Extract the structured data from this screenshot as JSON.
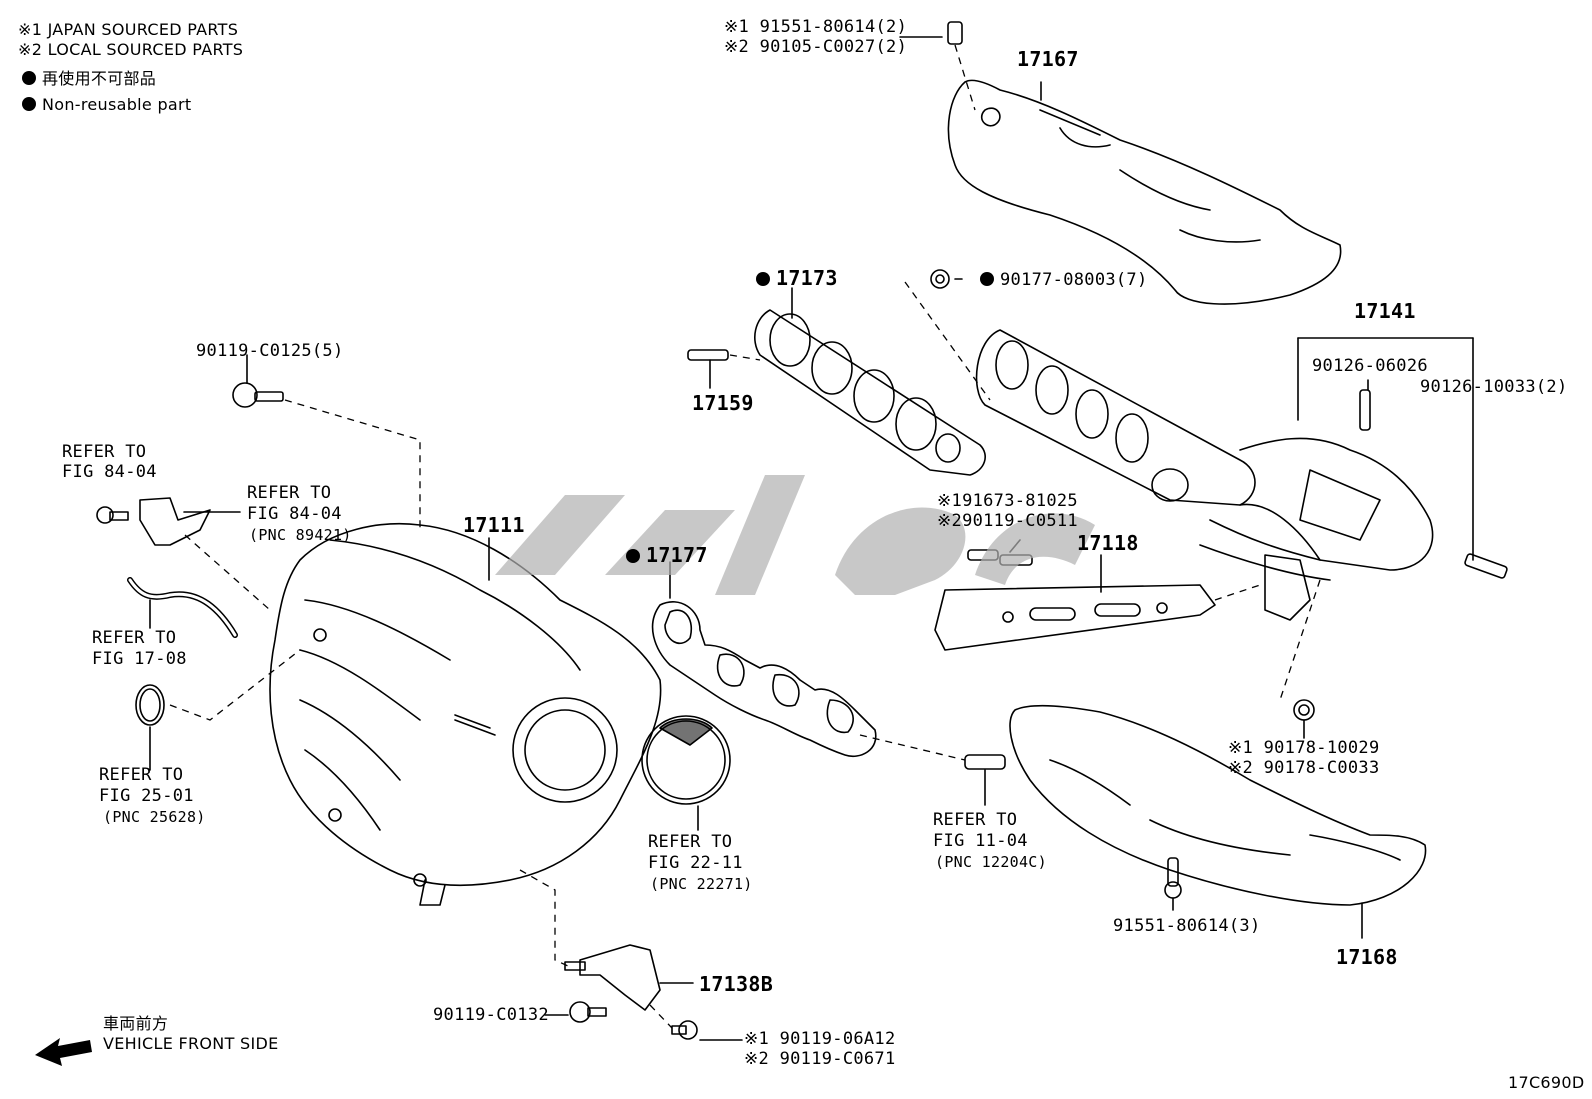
{
  "legend": {
    "japan_parts": "※1 JAPAN SOURCED PARTS",
    "local_parts": "※2 LOCAL SOURCED PARTS",
    "non_reusable_jp": "再使用不可部品",
    "non_reusable_en": "Non-reusable part"
  },
  "labels": {
    "p17167": "17167",
    "bolt_top_1": "※1 91551-80614(2)",
    "bolt_top_2": "※2 90105-C0027(2)",
    "p17173": "17173",
    "nut_90177": "90177-08003(7)",
    "p17141": "17141",
    "stud_90126a": "90126-06026",
    "stud_90126b": "90126-10033(2)",
    "p17159": "17159",
    "bolt_90119_c0125": "90119-C0125(5)",
    "refer_84_a_1": "REFER TO",
    "refer_84_a_2": "FIG 84-04",
    "refer_84_b_1": "REFER TO",
    "refer_84_b_2": "FIG 84-04",
    "refer_84_b_3": "(PNC 89421)",
    "p17111": "17111",
    "refer_17_1": "REFER TO",
    "refer_17_2": "FIG 17-08",
    "refer_25_1": "REFER TO",
    "refer_25_2": "FIG 25-01",
    "refer_25_3": "(PNC 25628)",
    "p17177": "17177",
    "bolt_mid_1": "※191673-81025",
    "bolt_mid_2": "※290119-C0511",
    "p17118": "17118",
    "refer_22_1": "REFER TO",
    "refer_22_2": "FIG 22-11",
    "refer_22_3": "(PNC 22271)",
    "refer_11_1": "REFER TO",
    "refer_11_2": "FIG 11-04",
    "refer_11_3": "(PNC 12204C)",
    "nut_1": "※1 90178-10029",
    "nut_2": "※2 90178-C0033",
    "bolt_91551": "91551-80614(3)",
    "p17168": "17168",
    "p17138b": "17138B",
    "bolt_90119_c0132": "90119-C0132",
    "bolt_bot_1": "※1 90119-06A12",
    "bolt_bot_2": "※2 90119-C0671",
    "front_jp": "車両前方",
    "front_en": "VEHICLE FRONT SIDE",
    "figure_code": "17C690D"
  }
}
